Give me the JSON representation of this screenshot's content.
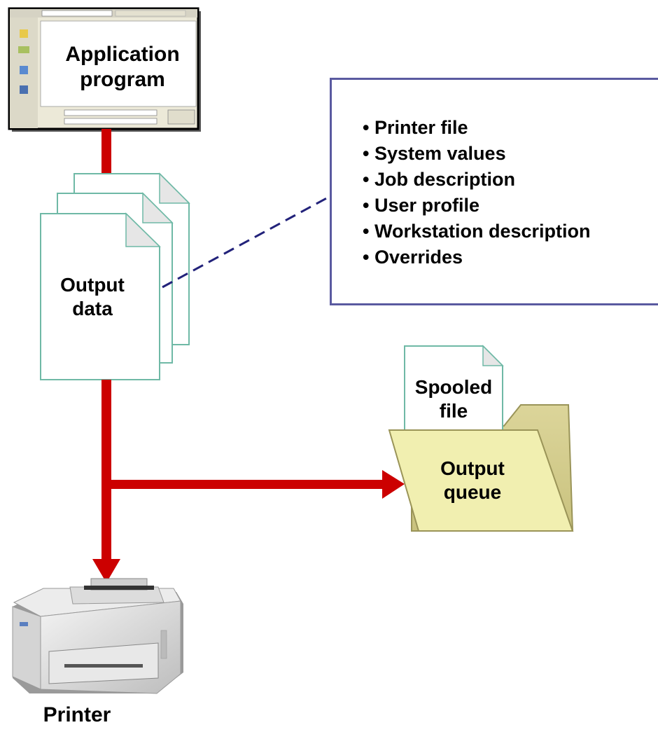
{
  "application": {
    "title": "Application program"
  },
  "output_data": {
    "label": "Output data"
  },
  "sources": {
    "items": [
      "Printer file",
      "System values",
      "Job description",
      "User profile",
      "Workstation description",
      "Overrides"
    ]
  },
  "spooled_file": {
    "label": "Spooled file"
  },
  "output_queue": {
    "label": "Output queue"
  },
  "printer": {
    "label": "Printer"
  },
  "colors": {
    "arrow": "#cc0000",
    "box_border": "#5a5aa0",
    "dashed_connector": "#22227a",
    "page_edge": "#6fb9a6",
    "folder_fill": "#f1efb0",
    "folder_border": "#9a9458"
  }
}
